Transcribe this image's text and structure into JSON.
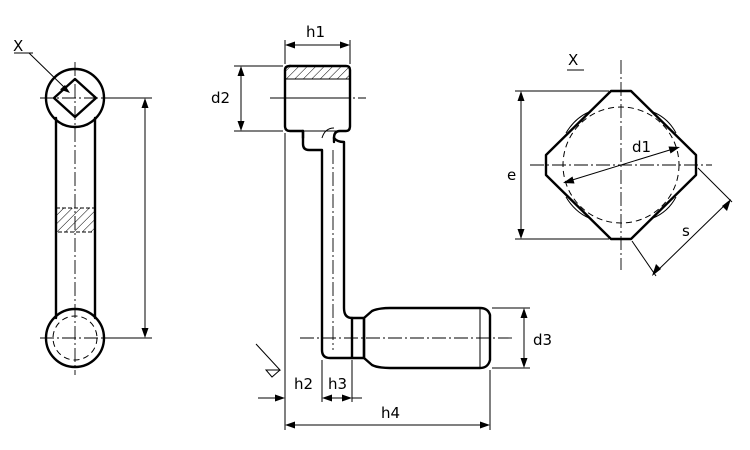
{
  "labels": {
    "view_marker_left": "X",
    "view_marker_right": "X",
    "h1": "h1",
    "d2": "d2",
    "h2": "h2",
    "h3": "h3",
    "h4": "h4",
    "d3": "d3",
    "d1": "d1",
    "e": "e",
    "s": "s"
  }
}
